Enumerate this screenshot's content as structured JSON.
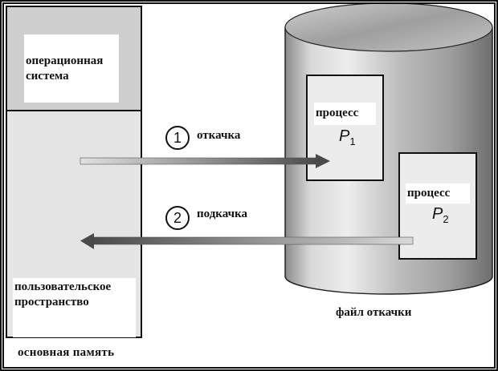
{
  "memory": {
    "os_label": "операционная система",
    "os_line1": "операционная",
    "os_line2": "система",
    "user_line1": "пользовательское",
    "user_line2": "пространство",
    "caption": "основная память"
  },
  "swap_file": {
    "caption": "файл откачки",
    "process1": {
      "label": "процесс",
      "symbol": "P",
      "index": "1"
    },
    "process2": {
      "label": "процесс",
      "symbol": "P",
      "index": "2"
    }
  },
  "arrows": [
    {
      "step": "1",
      "label": "откачка",
      "direction": "to-swap"
    },
    {
      "step": "2",
      "label": "подкачка",
      "direction": "to-memory"
    }
  ]
}
